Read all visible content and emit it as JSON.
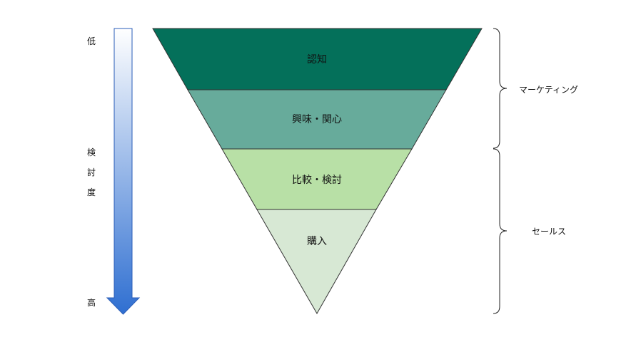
{
  "axis": {
    "top_label": "低",
    "middle_label": [
      "検",
      "討",
      "度"
    ],
    "bottom_label": "高",
    "gradient_top_color": "#ffffff",
    "gradient_bottom_color": "#2f6fd1"
  },
  "funnel": {
    "stages": [
      {
        "label": "認知",
        "color": "#04705a"
      },
      {
        "label": "興味・関心",
        "color": "#67ab9b"
      },
      {
        "label": "比較・検討",
        "color": "#b8e0a6"
      },
      {
        "label": "購入",
        "color": "#d7e8d4"
      }
    ]
  },
  "groups": [
    {
      "label": "マーケティング"
    },
    {
      "label": "セールス"
    }
  ]
}
